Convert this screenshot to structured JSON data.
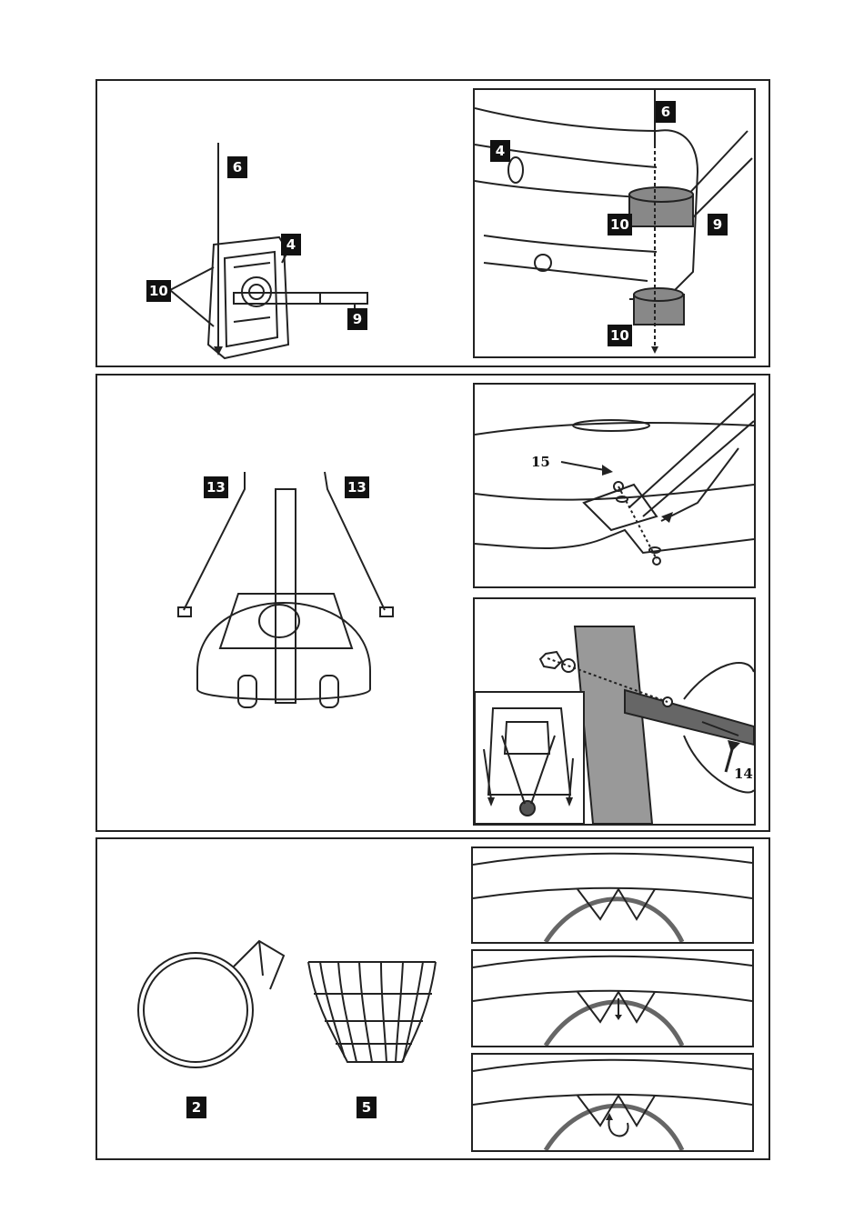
{
  "panel1": {
    "overview": {
      "pole": "6",
      "base": "4",
      "bracket": "10",
      "arm": "9"
    },
    "detail": {
      "pole": "6",
      "base": "4",
      "arm": "9",
      "bracket_top": "10",
      "bracket_bottom": "10"
    }
  },
  "panel2": {
    "overview": {
      "brace_left": "13",
      "brace_right": "13"
    },
    "detail_top": {
      "bolt": "15"
    },
    "detail_bottom": {
      "bolt": "14"
    }
  },
  "panel3": {
    "overview": {
      "rim": "2",
      "net": "5"
    }
  }
}
